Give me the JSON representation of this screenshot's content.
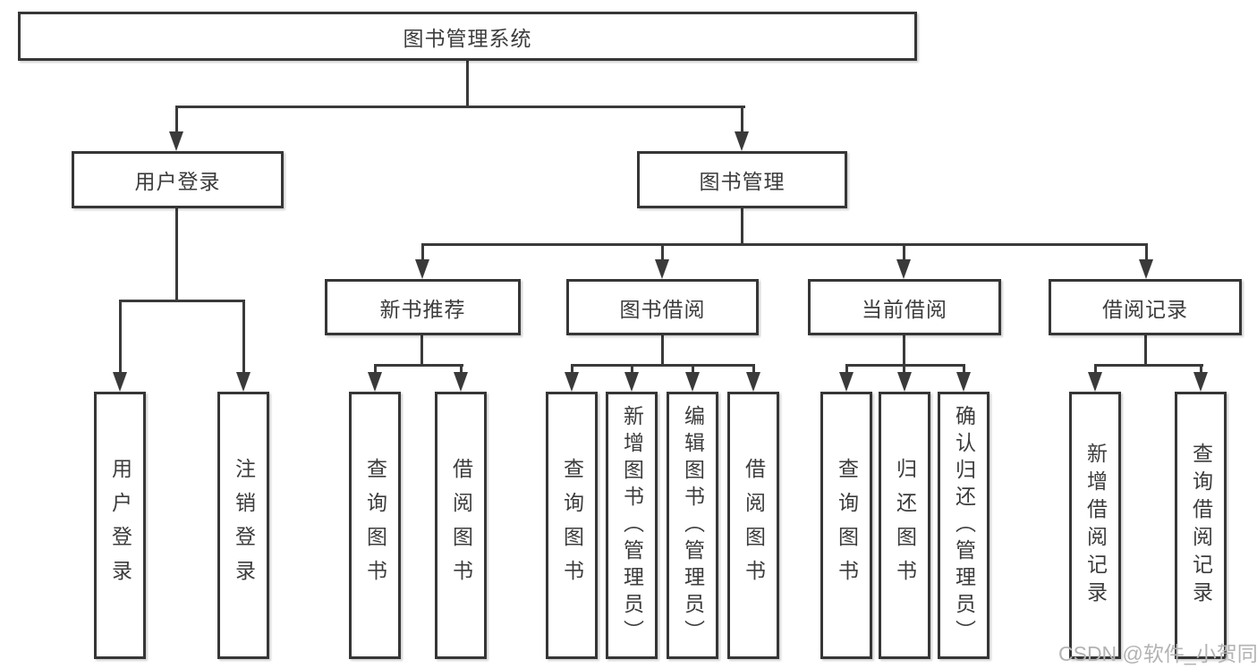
{
  "diagram": {
    "root": {
      "label": "图书管理系统"
    },
    "level2": [
      {
        "label": "用户登录"
      },
      {
        "label": "图书管理"
      }
    ],
    "level3": [
      {
        "label": "新书推荐"
      },
      {
        "label": "图书借阅"
      },
      {
        "label": "当前借阅"
      },
      {
        "label": "借阅记录"
      }
    ],
    "leaves": {
      "user": [
        "用户登录",
        "注销登录"
      ],
      "recommend": [
        "查询图书",
        "借阅图书"
      ],
      "borrow": [
        "查询图书",
        "新增图书（管理员）",
        "编辑图书（管理员）",
        "借阅图书"
      ],
      "current": [
        "查询图书",
        "归还图书",
        "确认归还（管理员）"
      ],
      "records": [
        "新增借阅记录",
        "查询借阅记录"
      ]
    }
  },
  "watermark": {
    "text": "CSDN @软件_小贺同学"
  },
  "colors": {
    "line": "#3a3a3a",
    "box_border": "#363636",
    "text": "#3c3c3c",
    "background": "#ffffff",
    "watermark": "#b3b3b3"
  }
}
